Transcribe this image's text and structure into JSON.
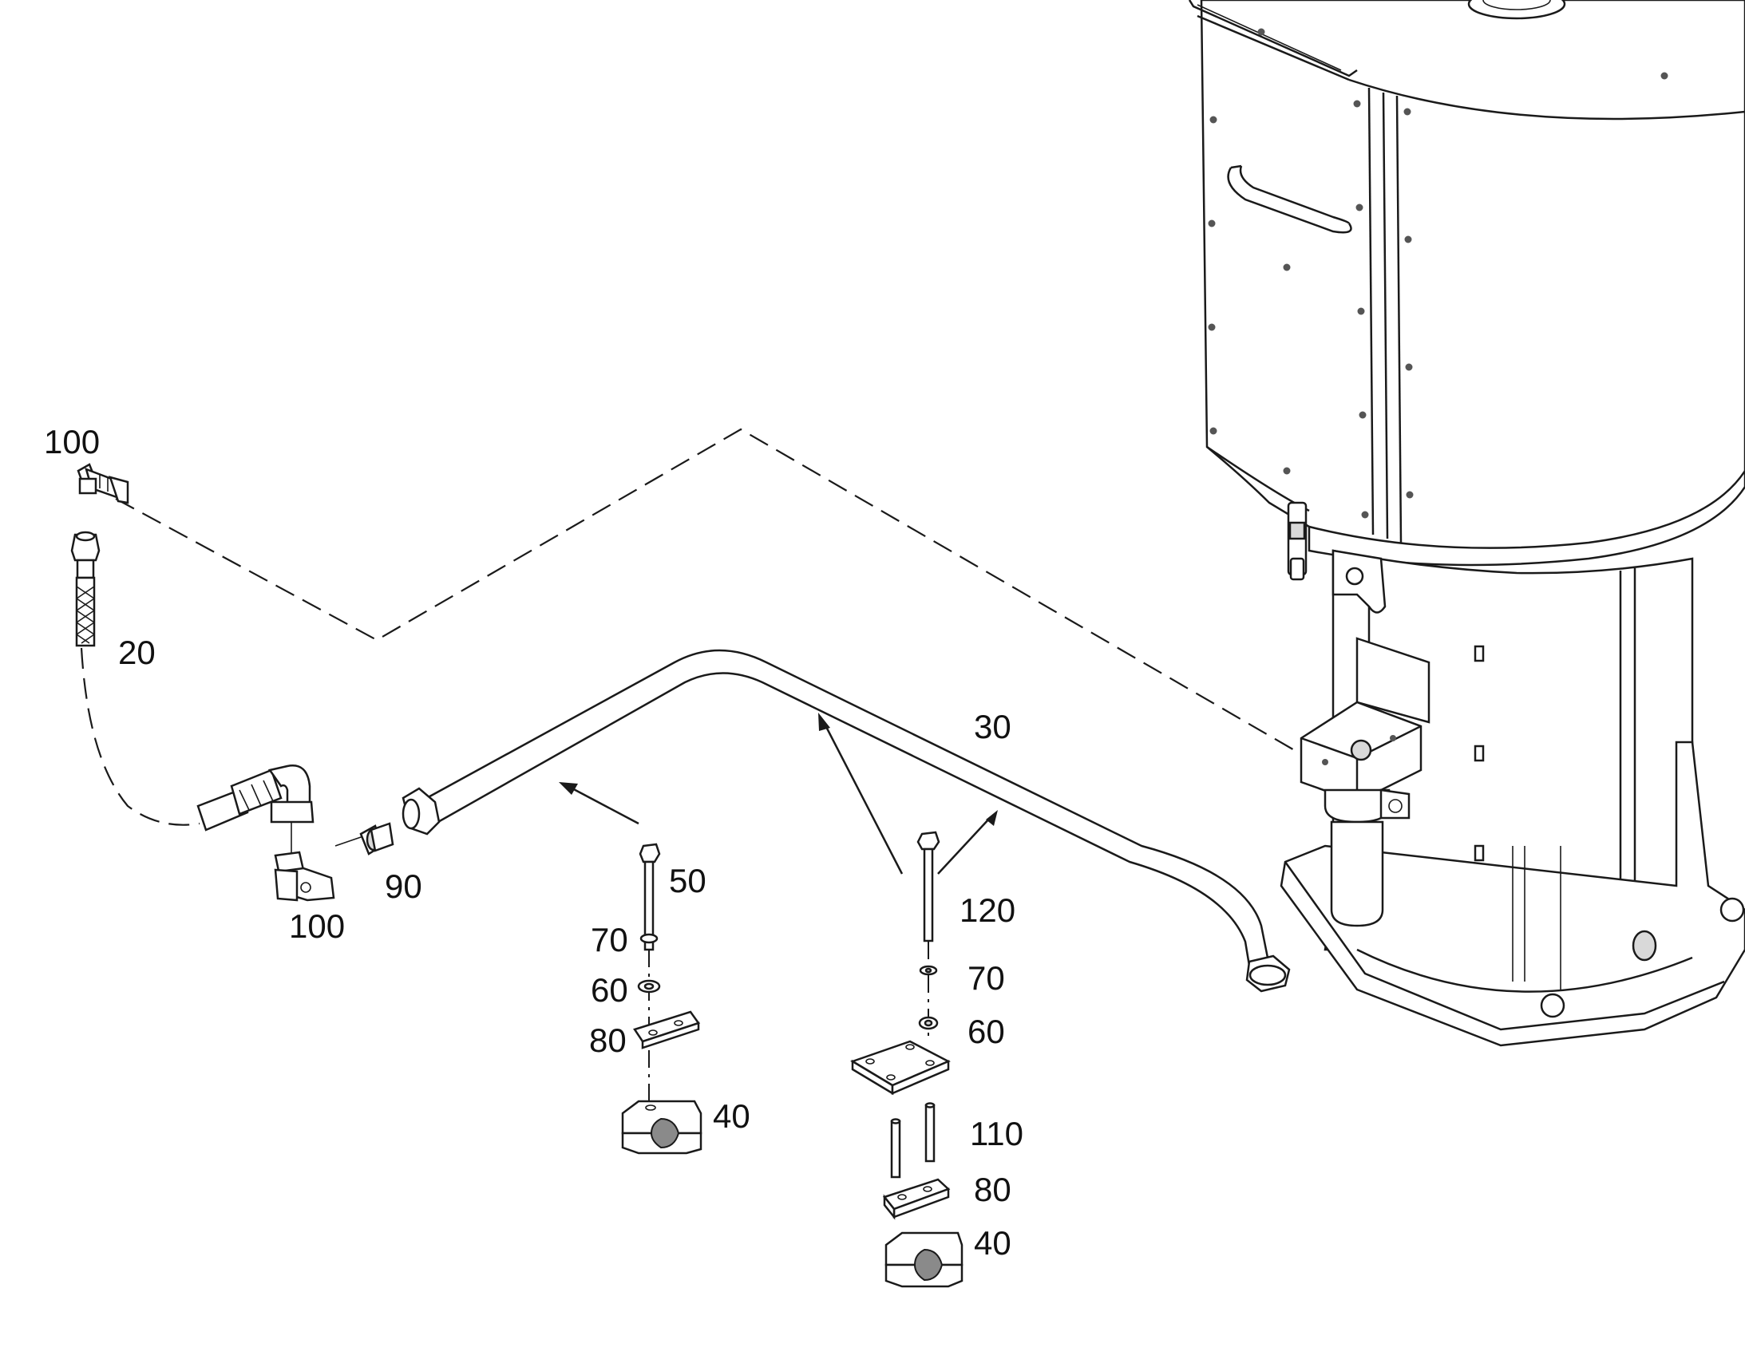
{
  "callouts": {
    "c100_top": "100",
    "c20": "20",
    "c100_bottom": "100",
    "c90": "90",
    "c30": "30",
    "c50": "50",
    "c70_left": "70",
    "c60_left": "60",
    "c80_left": "80",
    "c40_left": "40",
    "c120": "120",
    "c70_right": "70",
    "c60_right": "60",
    "c110": "110",
    "c80_right": "80",
    "c40_right": "40"
  }
}
